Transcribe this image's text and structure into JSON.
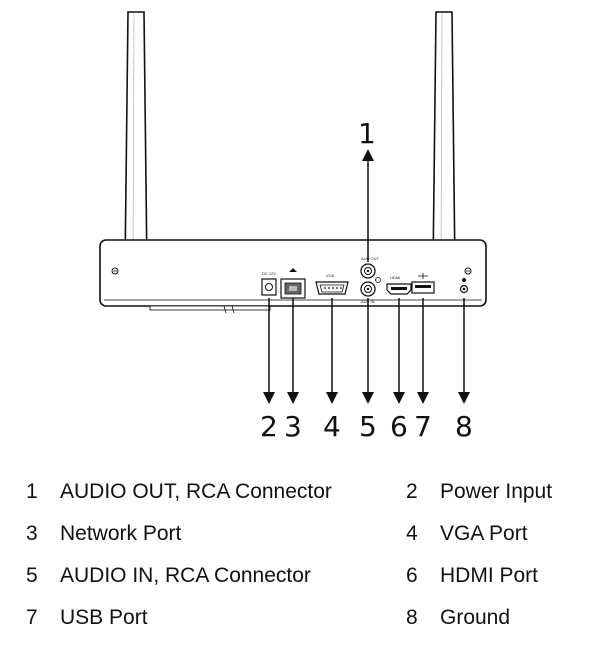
{
  "callouts": {
    "top": "1",
    "bottom": [
      "2",
      "3",
      "4",
      "5",
      "6",
      "7",
      "8"
    ]
  },
  "panel_labels": {
    "audio_out": "AUD OUT",
    "audio_in": "AUD IN",
    "vga": "VGA",
    "hdmi": "HDMI",
    "power": "DC 12V"
  },
  "legend": [
    {
      "num": "1",
      "label": "AUDIO OUT, RCA Connector"
    },
    {
      "num": "2",
      "label": "Power Input"
    },
    {
      "num": "3",
      "label": "Network Port"
    },
    {
      "num": "4",
      "label": "VGA Port"
    },
    {
      "num": "5",
      "label": "AUDIO IN, RCA Connector"
    },
    {
      "num": "6",
      "label": "HDMI Port"
    },
    {
      "num": "7",
      "label": "USB Port"
    },
    {
      "num": "8",
      "label": "Ground"
    }
  ]
}
